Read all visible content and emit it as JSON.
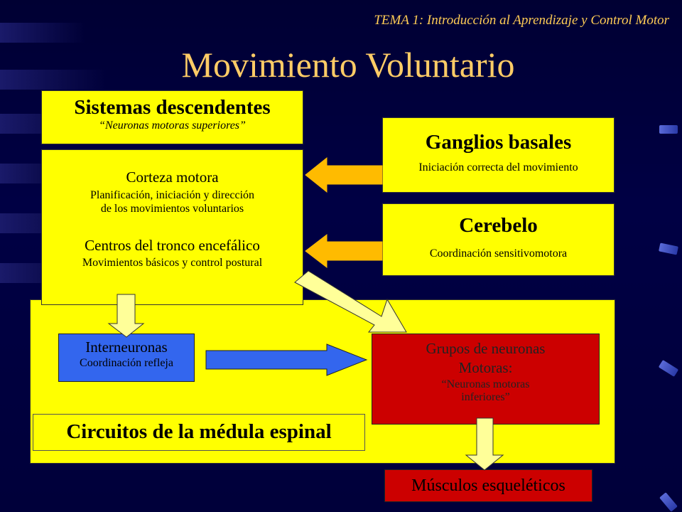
{
  "header": {
    "tema": "TEMA 1: Introducción al Aprendizaje y Control Motor",
    "title": "Movimiento Voluntario"
  },
  "sistemas": {
    "title": "Sistemas descendentes",
    "subtitle": "“Neuronas motoras superiores”"
  },
  "corteza": {
    "title": "Corteza motora",
    "line1": "Planificación, iniciación y dirección",
    "line2": "de los movimientos voluntarios",
    "tronco_title": "Centros del tronco encefálico",
    "tronco_desc": "Movimientos básicos y control postural"
  },
  "ganglios": {
    "title": "Ganglios basales",
    "desc": "Iniciación correcta del movimiento"
  },
  "cerebelo": {
    "title": "Cerebelo",
    "desc": "Coordinación sensitivomotora"
  },
  "interneuronas": {
    "title": "Interneuronas",
    "desc": "Coordinación refleja"
  },
  "grupos": {
    "line1": "Grupos de neuronas",
    "line2": "Motoras:",
    "line3": "“Neuronas motoras",
    "line4": "inferiores”"
  },
  "circuitos": {
    "title": "Circuitos de la médula espinal"
  },
  "musculos": {
    "title": "Músculos esqueléticos"
  },
  "colors": {
    "background": "#000040",
    "yellow": "#ffff00",
    "red": "#cc0000",
    "blue": "#3366ee",
    "orange_arrow": "#ffbb00",
    "pale_arrow": "#ffff99",
    "title_color": "#ffcc66"
  }
}
